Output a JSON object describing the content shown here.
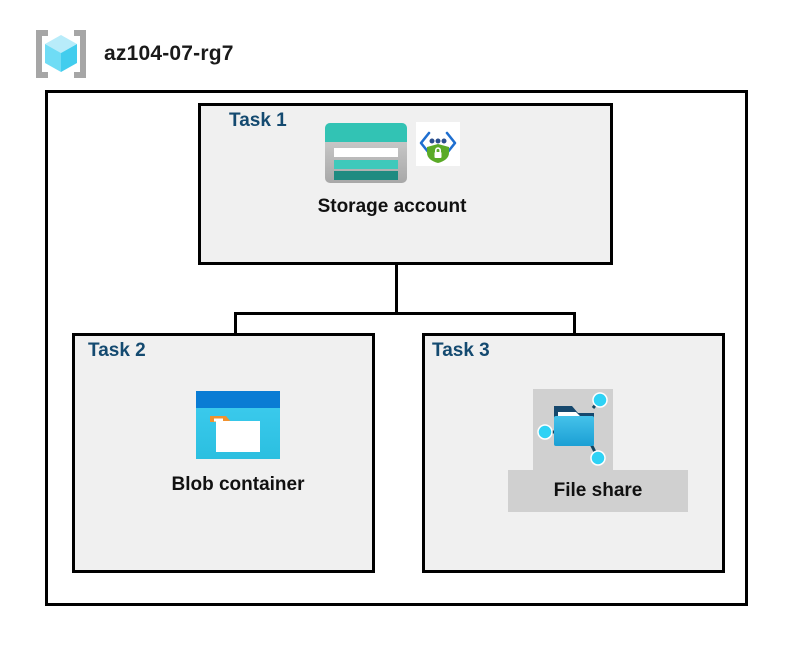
{
  "header": {
    "icon": "resource-group-cube-icon",
    "title": "az104-07-rg7"
  },
  "diagram": {
    "type": "hierarchy",
    "container_label": "az104-07-rg7",
    "panels": [
      {
        "label": "Task 1",
        "node_caption": "Storage account",
        "icons": [
          "storage-account-icon",
          "security-shield-lock-icon"
        ]
      },
      {
        "label": "Task 2",
        "node_caption": "Blob container",
        "icons": [
          "blob-container-icon"
        ]
      },
      {
        "label": "Task 3",
        "node_caption": "File share",
        "icons": [
          "file-share-folder-icon"
        ]
      }
    ],
    "connections": [
      {
        "from": "Storage account",
        "to": "Blob container"
      },
      {
        "from": "Storage account",
        "to": "File share"
      }
    ]
  },
  "colors": {
    "panel_fill": "#f0f0f0",
    "panel_border": "#000000",
    "task_label": "#144a70",
    "highlight_plate": "#d0d0d0",
    "cube_cyan": "#9fe8f7",
    "storage_teal": "#32c3b4",
    "blob_blue": "#0a7cd4",
    "blob_cyan": "#32c3ec",
    "blob_orange": "#f2922e",
    "shield_green": "#5aaa27",
    "fileshare_blue": "#2aa8dd"
  }
}
